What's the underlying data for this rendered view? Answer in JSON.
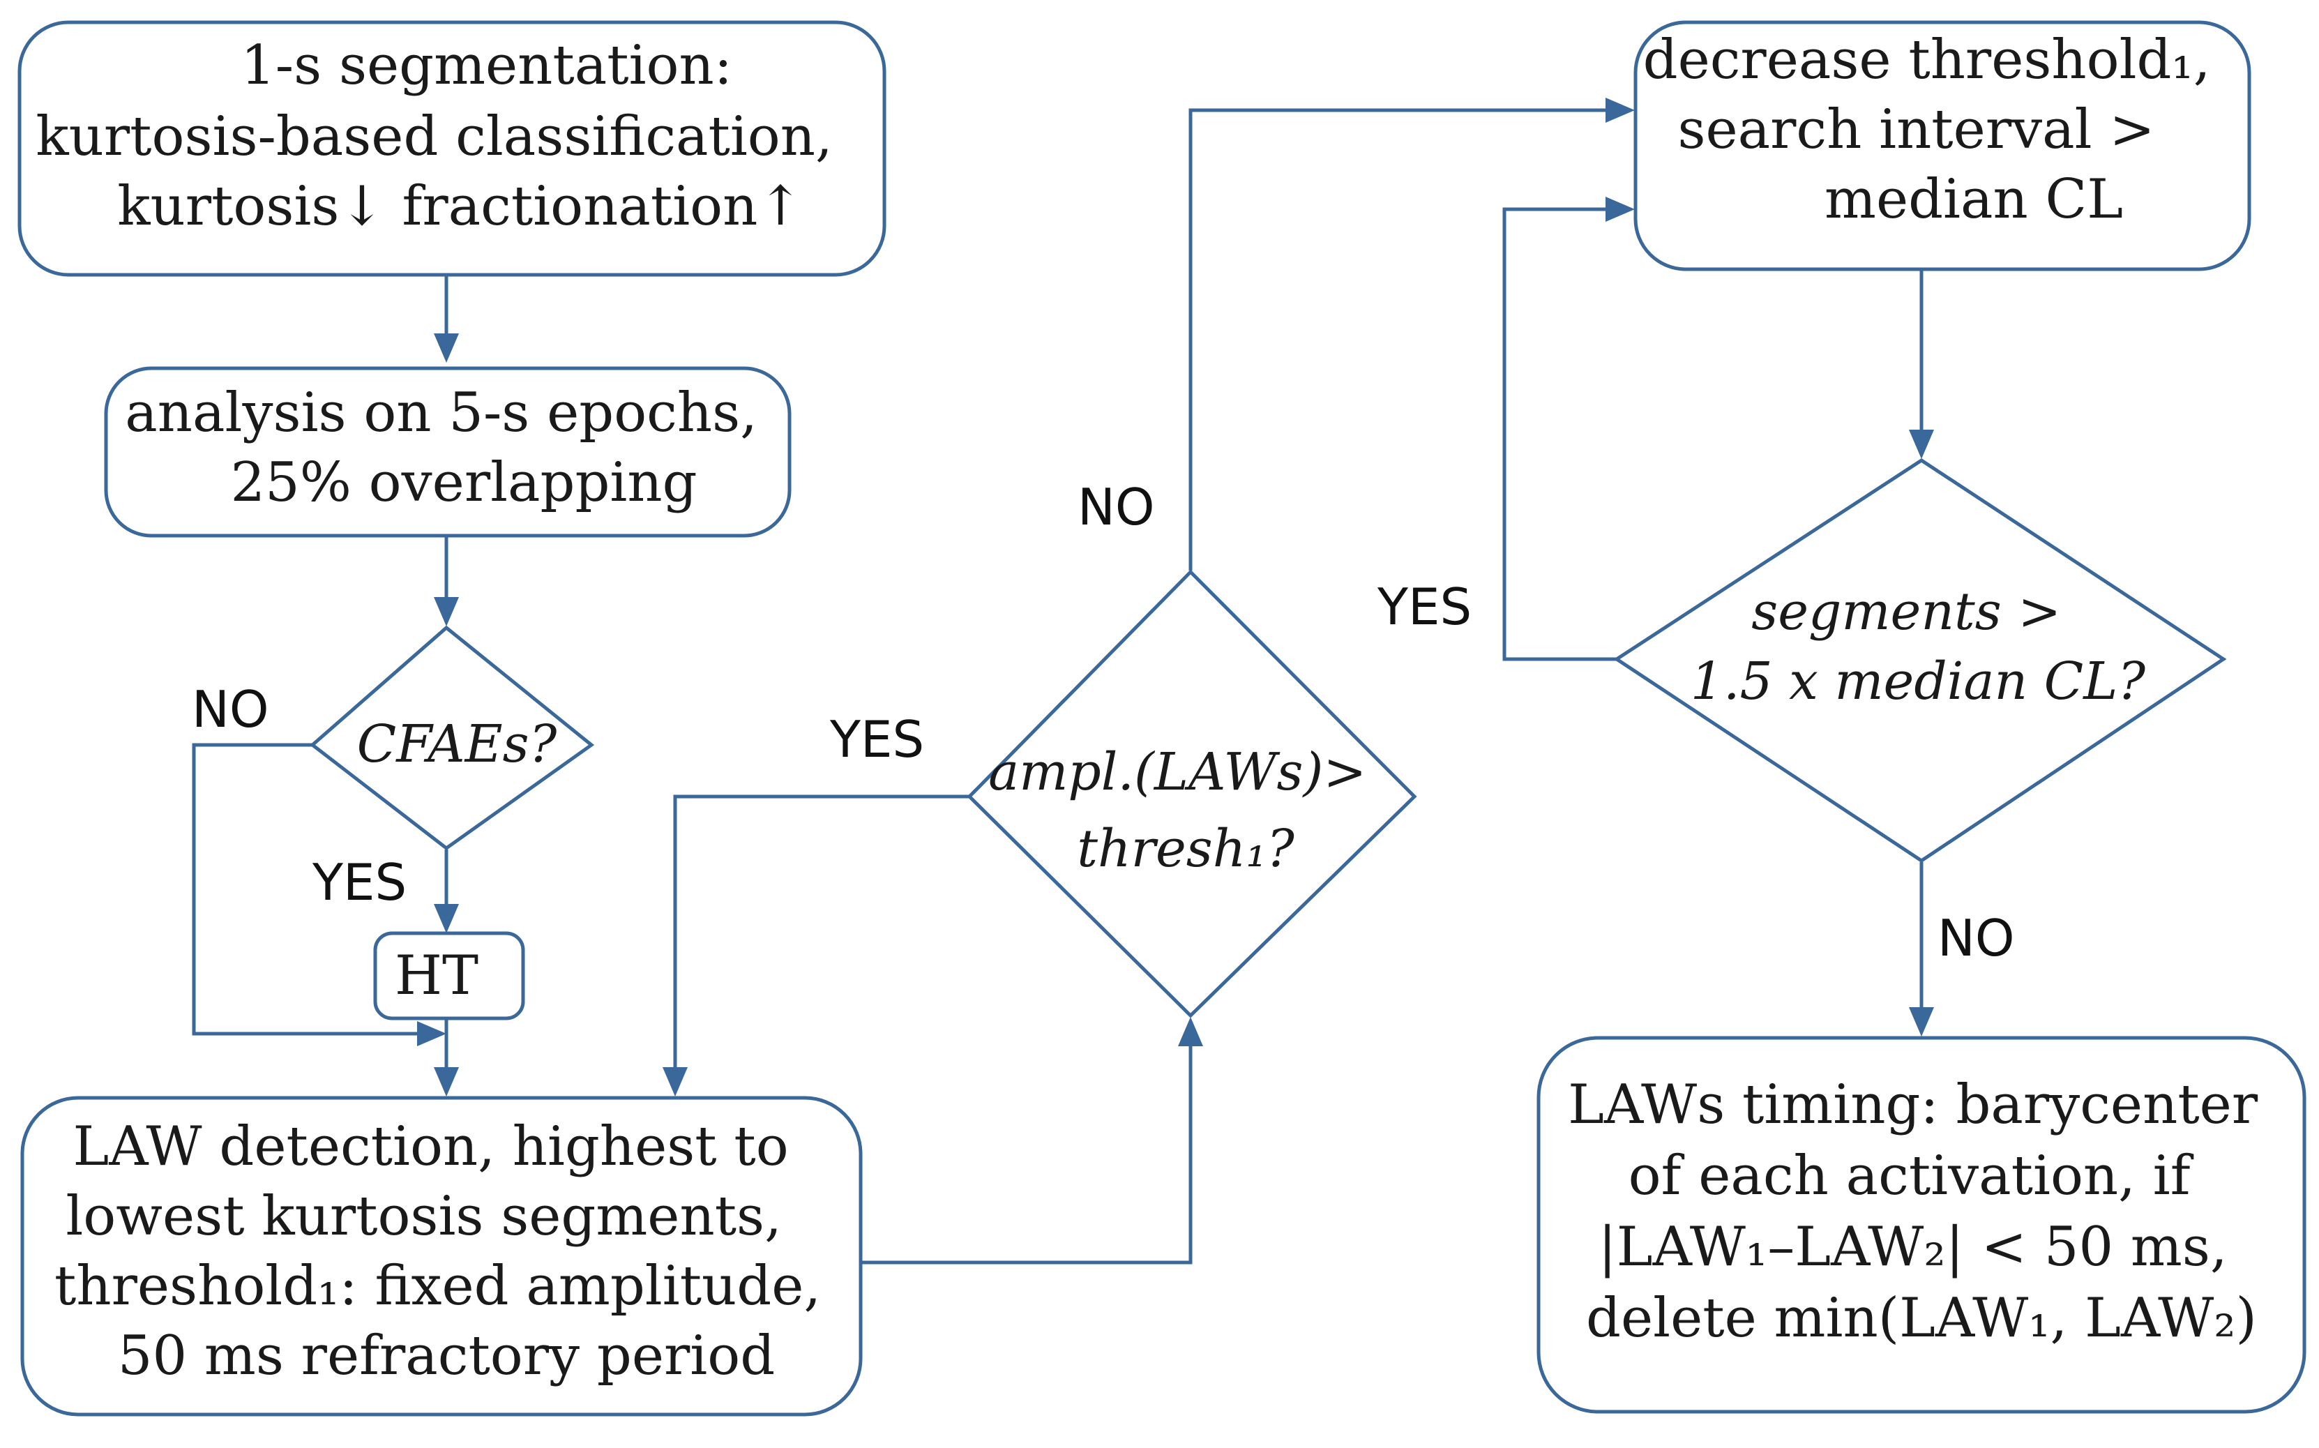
{
  "nodes": {
    "segmentation": {
      "lines": [
        "1-s segmentation:",
        "kurtosis-based classification,",
        "kurtosis↓ fractionation↑"
      ]
    },
    "analysis": {
      "lines": [
        "analysis on 5-s epochs,",
        "25% overlapping"
      ]
    },
    "cfaes": {
      "lines": [
        "CFAEs?"
      ]
    },
    "ht": {
      "lines": [
        "HT"
      ]
    },
    "law_detection": {
      "lines": [
        "LAW detection, highest to",
        "lowest kurtosis segments,",
        "threshold₁: fixed amplitude,",
        "50 ms refractory period"
      ]
    },
    "ampl_check": {
      "lines": [
        "ampl.(LAWs)>",
        "thresh₁?"
      ]
    },
    "decrease_threshold": {
      "lines": [
        "decrease threshold₁,",
        "search interval >",
        "median CL"
      ]
    },
    "segments_check": {
      "lines": [
        "segments >",
        "1.5 x median CL?"
      ]
    },
    "laws_timing": {
      "lines": [
        "LAWs timing: barycenter",
        "of each activation, if",
        "|LAW₁–LAW₂| < 50 ms,",
        "delete min(LAW₁, LAW₂)"
      ]
    }
  },
  "edge_labels": {
    "cfaes_no": "NO",
    "cfaes_yes": "YES",
    "ampl_yes": "YES",
    "ampl_no": "NO",
    "segments_yes": "YES",
    "segments_no": "NO"
  },
  "colors": {
    "stroke": "#3b689a",
    "text": "#1a1a1a"
  }
}
